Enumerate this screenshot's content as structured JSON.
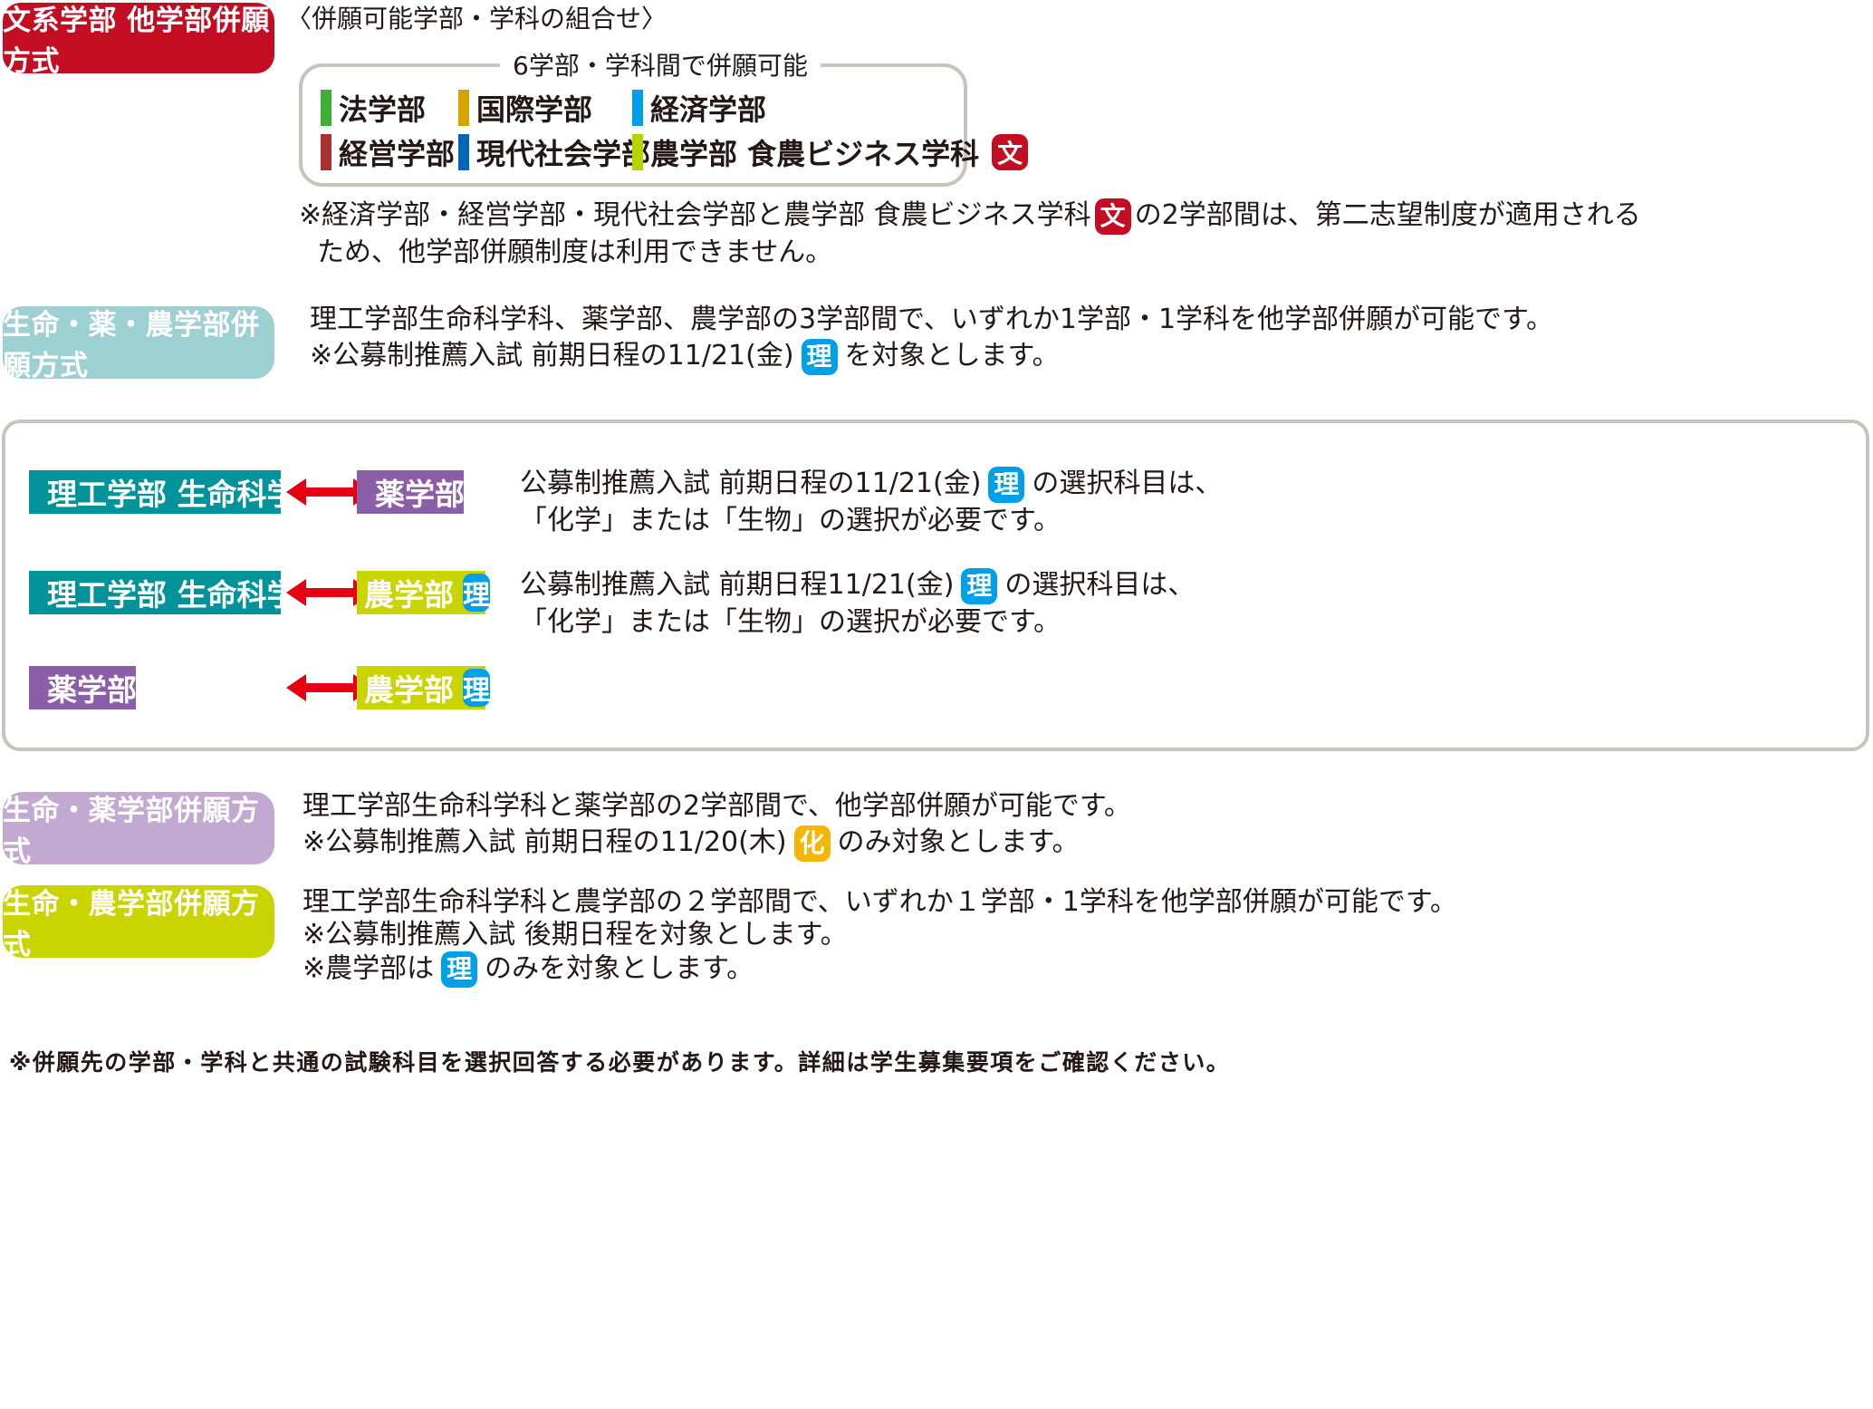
{
  "section_bunkei": {
    "pill": "文系学部 他学部併願方式",
    "combo_caption": "〈併願可能学部・学科の組合せ〉",
    "box_legend": "6学部・学科間で併願可能",
    "faculties": [
      {
        "label": "法学部",
        "color": "#3cb034"
      },
      {
        "label": "国際学部",
        "color": "#d4a300"
      },
      {
        "label": "経済学部",
        "color": "#00a0e9"
      },
      {
        "label": "経営学部",
        "color": "#a7312e"
      },
      {
        "label": "現代社会学部",
        "color": "#0068b7"
      },
      {
        "label": "農学部 食農ビジネス学科",
        "color": "#b7d300",
        "badge": "文"
      }
    ],
    "note_prefix": "※経済学部・経営学部・現代社会学部と農学部 食農ビジネス学科",
    "note_badge": "文",
    "note_suffix": "の2学部間は、第二志望制度が適用される",
    "note_line2": "ため、他学部併願制度は利用できません。"
  },
  "section_seimei_yaku_nou": {
    "pill": "生命・薬・農学部併願方式",
    "line1": "理工学部生命科学科、薬学部、農学部の3学部間で、いずれか1学部・1学科を他学部併願が可能です。",
    "line2_prefix": "※公募制推薦入試 前期日程の11/21(金)",
    "line2_badge": "理",
    "line2_suffix": "を対象とします。"
  },
  "combinations": [
    {
      "left": "理工学部 生命科学科",
      "right": "薬学部",
      "right_badge": "",
      "note1_prefix": "公募制推薦入試  前期日程の11/21(金)",
      "note1_badge": "理",
      "note1_suffix": "の選択科目は、",
      "note2": "「化学」または「生物」の選択が必要です。"
    },
    {
      "left": "理工学部 生命科学科",
      "right": "農学部",
      "right_badge": "理",
      "note1_prefix": "公募制推薦入試  前期日程11/21(金)",
      "note1_badge": "理",
      "note1_suffix": "の選択科目は、",
      "note2": "「化学」または「生物」の選択が必要です。"
    },
    {
      "left": "薬学部",
      "right": "農学部",
      "right_badge": "理"
    }
  ],
  "section_seimei_yaku": {
    "pill": "生命・薬学部併願方式",
    "line1": "理工学部生命科学科と薬学部の2学部間で、他学部併願が可能です。",
    "line2_prefix": "※公募制推薦入試 前期日程の11/20(木)",
    "line2_badge": "化",
    "line2_suffix": "のみ対象とします。"
  },
  "section_seimei_nou": {
    "pill": "生命・農学部併願方式",
    "line1": "理工学部生命科学科と農学部の２学部間で、いずれか１学部・1学科を他学部併願が可能です。",
    "line2": "※公募制推薦入試 後期日程を対象とします。",
    "line3_prefix": "※農学部は",
    "line3_badge": "理",
    "line3_suffix": "のみを対象とします。"
  },
  "footer_note": "※併願先の学部・学科と共通の試験科目を選択回答する必要があります。詳細は学生募集要項をご確認ください。",
  "colors": {
    "bunkei_red": "#c30d23",
    "seimei_yaku_nou_teal": "#9dd0d3",
    "seimei_yaku_lavender": "#c3a9d1",
    "seimei_nou_lime": "#c9d400",
    "riko_teal": "#00939a",
    "yaku_purple": "#8b5ea8",
    "nou_lime": "#c9d400",
    "arrow_red": "#e60012"
  }
}
